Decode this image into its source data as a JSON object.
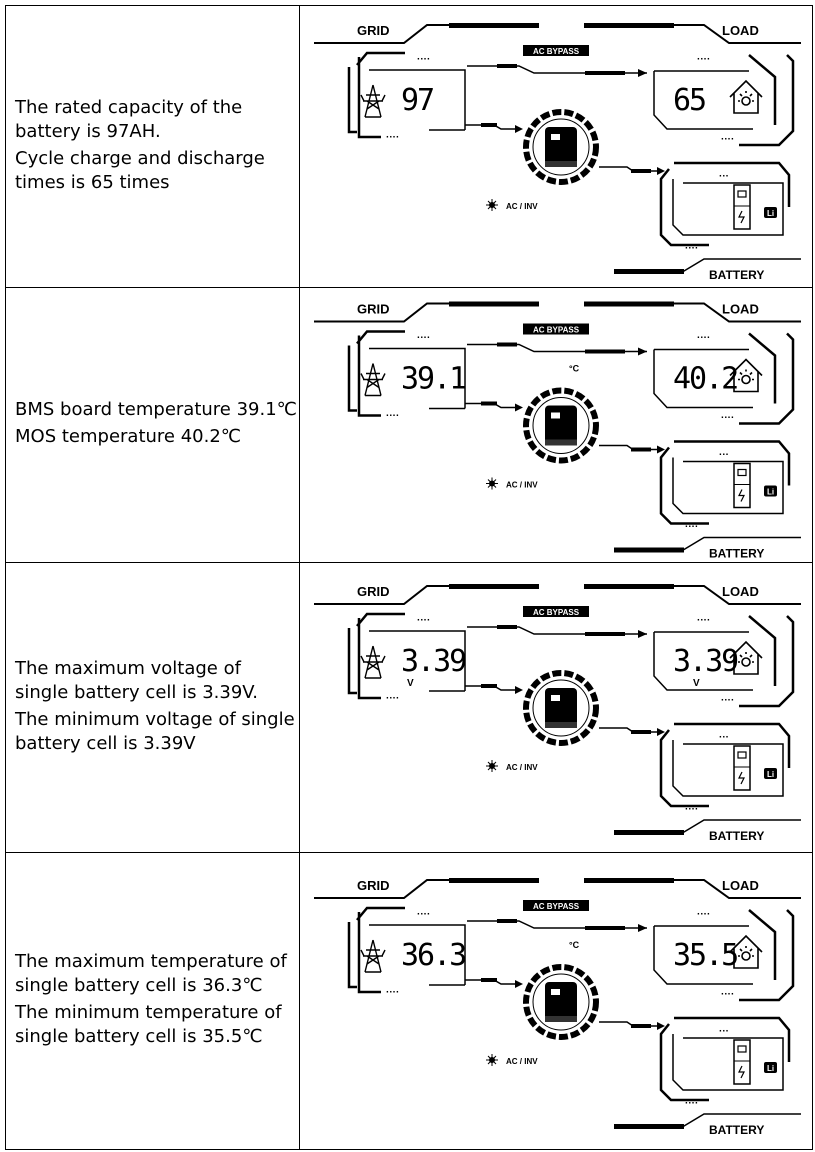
{
  "panel_labels": {
    "grid": "GRID",
    "load": "LOAD",
    "battery": "BATTERY",
    "bypass": "AC BYPASS",
    "acinv": "AC / INV",
    "li": "Li",
    "volt": "V",
    "celsius": "°C"
  },
  "rows": [
    {
      "line1": "The rated capacity of the battery is 97AH.",
      "line2": "Cycle charge and discharge times is 65 times",
      "left_value": "97",
      "right_value": "65",
      "unit": "",
      "show_celsius": false
    },
    {
      "line1": "BMS board temperature 39.1℃",
      "line2": "MOS temperature 40.2℃",
      "left_value": "39.1",
      "right_value": "40.2",
      "unit": "",
      "show_celsius": true
    },
    {
      "line1": "The maximum voltage of single battery cell is 3.39V.",
      "line2": "The minimum voltage of single battery cell is 3.39V",
      "left_value": "3.39",
      "right_value": "3.39",
      "unit": "V",
      "show_celsius": false
    },
    {
      "line1": "The maximum temperature of single battery cell is 36.3℃",
      "line2": "The minimum temperature of single battery cell is 35.5℃",
      "left_value": "36.3",
      "right_value": "35.5",
      "unit": "",
      "show_celsius": true
    }
  ]
}
